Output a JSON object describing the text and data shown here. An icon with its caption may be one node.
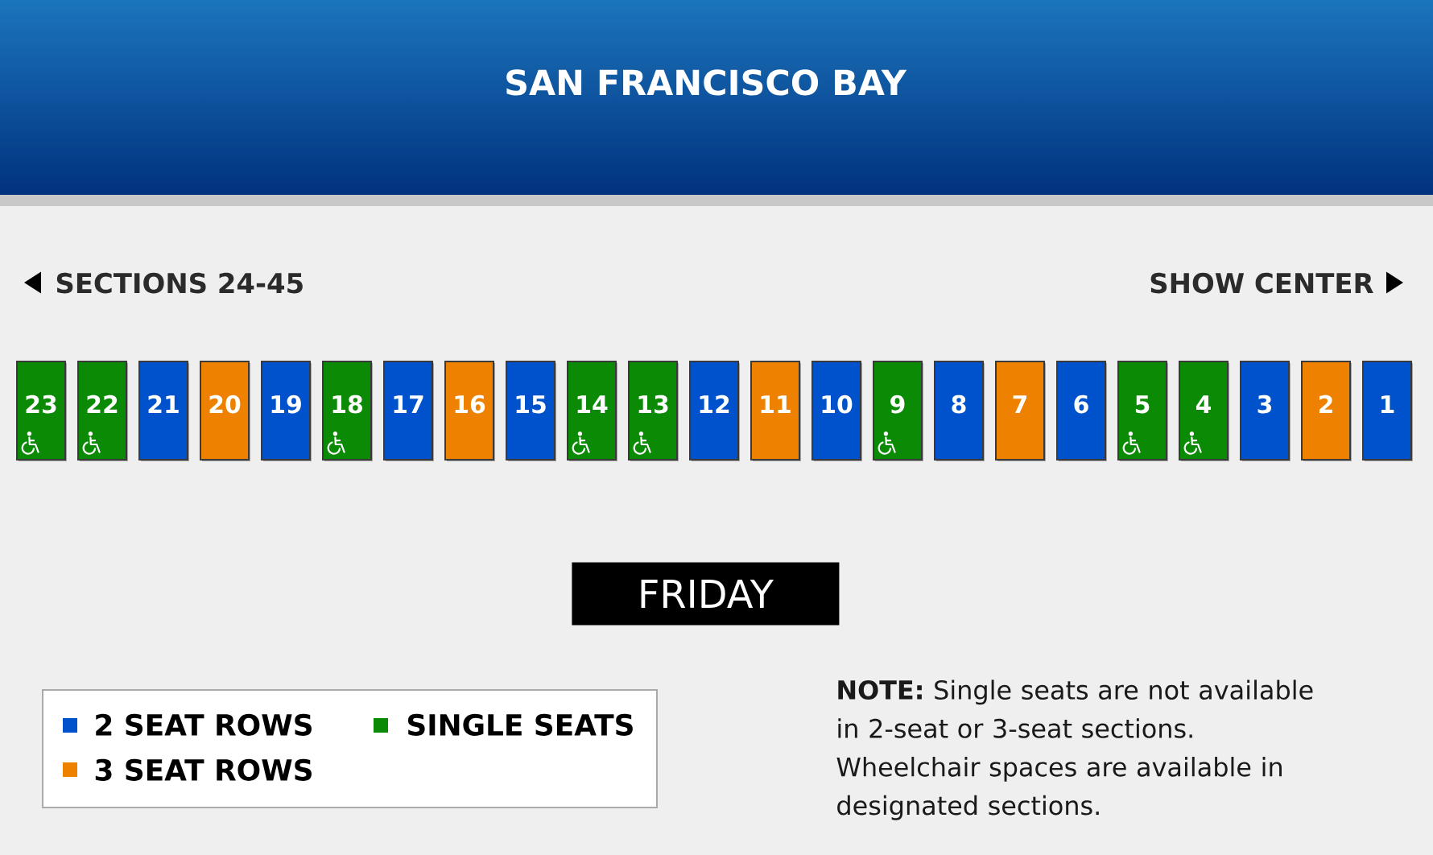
{
  "diagram": {
    "title": "SAN FRANCISCO BAY",
    "nodes": [
      {
        "text": [
          "23"
        ]
      },
      {
        "text": [
          "22"
        ]
      },
      {
        "text": [
          "21"
        ]
      },
      {
        "text": [
          "20"
        ]
      },
      {
        "text": [
          "19"
        ]
      },
      {
        "text": [
          "18"
        ]
      },
      {
        "text": [
          "17"
        ]
      },
      {
        "text": [
          "16"
        ]
      },
      {
        "text": [
          "15"
        ]
      },
      {
        "text": [
          "14"
        ]
      },
      {
        "text": [
          "13"
        ]
      },
      {
        "text": [
          "12"
        ]
      },
      {
        "text": [
          "11"
        ]
      },
      {
        "text": [
          "10"
        ]
      },
      {
        "text": [
          "9"
        ]
      },
      {
        "text": [
          "8"
        ]
      },
      {
        "text": [
          "7"
        ]
      },
      {
        "text": [
          "6"
        ]
      },
      {
        "text": [
          "5"
        ]
      },
      {
        "text": [
          "4"
        ]
      },
      {
        "text": [
          "3"
        ]
      },
      {
        "text": [
          "2"
        ]
      },
      {
        "text": [
          "1"
        ]
      },
      {
        "text": [
          "FRIDAY"
        ]
      }
    ],
    "labels": [
      "SECTIONS 24-45",
      "SHOW CENTER",
      "**NOTE:** Single seats are not available in 2-seat or 3-seat sections. Wheelchair spaces are available in designated sections."
    ],
    "legend": [
      {
        "text": "2 SEAT ROWS",
        "color": "#0052cc"
      },
      {
        "text": "SINGLE SEATS",
        "color": "#0a8a05"
      },
      {
        "text": "3 SEAT ROWS",
        "color": "#ee8200"
      }
    ]
  }
}
